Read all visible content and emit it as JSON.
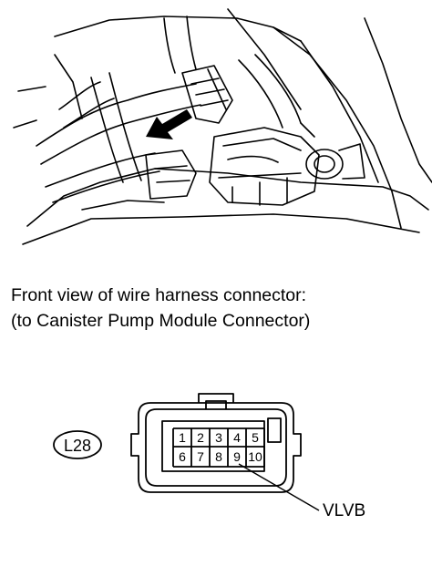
{
  "caption": {
    "line1": "Front view of wire harness connector:",
    "line2": "(to Canister Pump Module Connector)"
  },
  "connector": {
    "code": "L28",
    "pins_top": [
      "1",
      "2",
      "3",
      "4",
      "5"
    ],
    "pins_bottom": [
      "6",
      "7",
      "8",
      "9",
      "10"
    ],
    "callout": "VLVB"
  }
}
